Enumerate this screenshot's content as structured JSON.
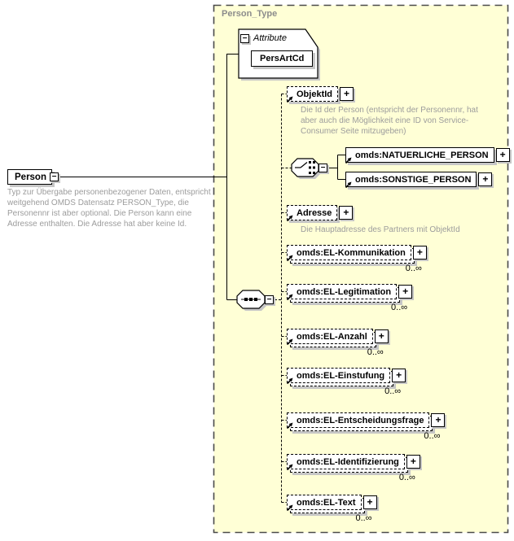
{
  "root": {
    "label": "Person",
    "collapse": "−",
    "annotation": "Typ zur Übergabe personenbezogener Daten, entspricht weitgehend OMDS Datensatz PERSON_Type, die Personennr ist aber optional. Die Person kann eine Adresse enthalten. Die Adresse hat aber keine Id."
  },
  "type_container": {
    "label": "Person_Type"
  },
  "attributes": {
    "header": "Attribute",
    "collapse": "−",
    "items": [
      {
        "name": "PersArtCd"
      }
    ]
  },
  "sequence": {
    "collapse": "−",
    "children": [
      {
        "label": "ObjektId",
        "expand": "+",
        "annotation": "Die Id der Person (entspricht der Personennr, hat aber auch die Möglichkeit eine ID von Service-Consumer Seite mitzugeben)"
      },
      {
        "choice": {
          "collapse": "−",
          "options": [
            {
              "label": "omds:NATUERLICHE_PERSON",
              "expand": "+"
            },
            {
              "label": "omds:SONSTIGE_PERSON",
              "expand": "+"
            }
          ]
        }
      },
      {
        "label": "Adresse",
        "expand": "+",
        "annotation": "Die Hauptadresse des Partners mit ObjektId"
      },
      {
        "label": "omds:EL-Kommunikation",
        "expand": "+",
        "occurrence": "0..∞"
      },
      {
        "label": "omds:EL-Legitimation",
        "expand": "+",
        "occurrence": "0..∞"
      },
      {
        "label": "omds:EL-Anzahl",
        "expand": "+",
        "occurrence": "0..∞"
      },
      {
        "label": "omds:EL-Einstufung",
        "expand": "+",
        "occurrence": "0..∞"
      },
      {
        "label": "omds:EL-Entscheidungsfrage",
        "expand": "+",
        "occurrence": "0..∞"
      },
      {
        "label": "omds:EL-Identifizierung",
        "expand": "+",
        "occurrence": "0..∞"
      },
      {
        "label": "omds:EL-Text",
        "expand": "+",
        "occurrence": "0..∞"
      }
    ]
  },
  "colors": {
    "container_fill": "#FFFFD6",
    "box_shadow": "#C6C6C6",
    "annotation_text": "#9C9C9C",
    "type_label_text": "#8C8C8C"
  }
}
